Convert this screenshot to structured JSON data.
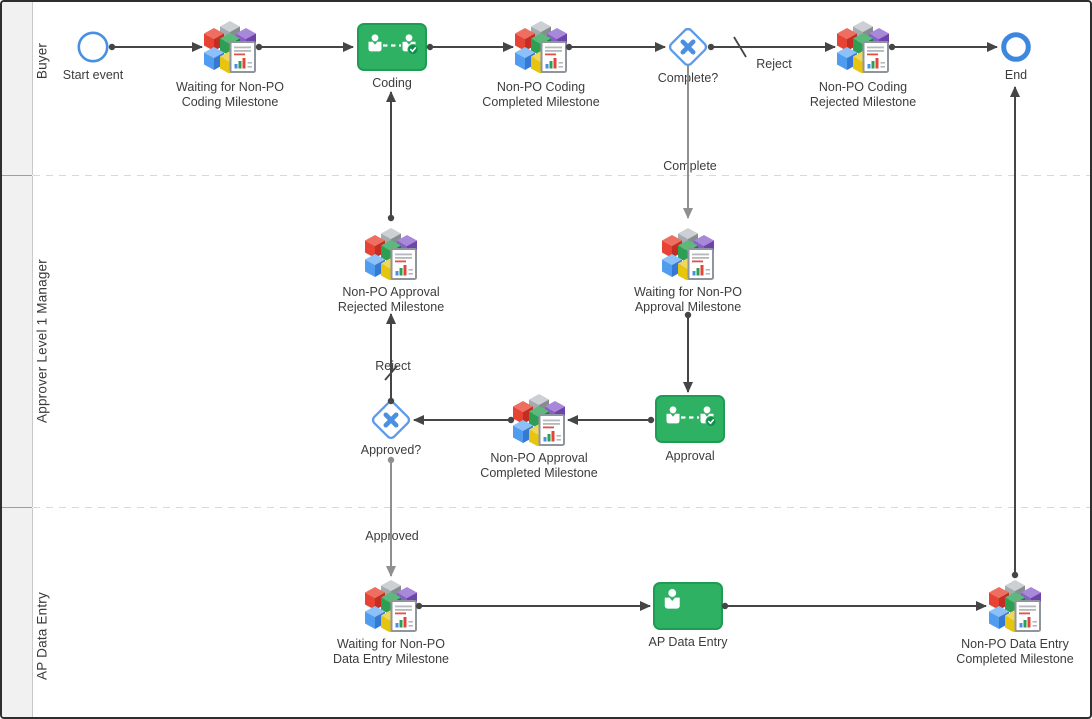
{
  "diagram": {
    "lanes": [
      {
        "label": "Buyer"
      },
      {
        "label": "Approver Level 1 Manager"
      },
      {
        "label": "AP Data Entry"
      }
    ]
  },
  "nodes": {
    "start_event": {
      "type": "start-event",
      "label": "Start event"
    },
    "waiting_coding_milestone": {
      "type": "milestone",
      "lines": [
        "Waiting for Non-PO",
        "Coding Milestone"
      ]
    },
    "coding_task": {
      "type": "user-task",
      "label": "Coding"
    },
    "coding_completed_milestone": {
      "type": "milestone",
      "lines": [
        "Non-PO Coding",
        "Completed Milestone"
      ]
    },
    "complete_gateway": {
      "type": "exclusive-gateway",
      "label": "Complete?"
    },
    "coding_rejected_milestone": {
      "type": "milestone",
      "lines": [
        "Non-PO Coding",
        "Rejected Milestone"
      ]
    },
    "end_event": {
      "type": "end-event",
      "label": "End"
    },
    "approval_rejected_milestone": {
      "type": "milestone",
      "lines": [
        "Non-PO Approval",
        "Rejected Milestone"
      ]
    },
    "waiting_approval_milestone": {
      "type": "milestone",
      "lines": [
        "Waiting for Non-PO",
        "Approval Milestone"
      ]
    },
    "approval_task": {
      "type": "user-task",
      "label": "Approval"
    },
    "approval_completed_milestone": {
      "type": "milestone",
      "lines": [
        "Non-PO Approval",
        "Completed Milestone"
      ]
    },
    "approved_gateway": {
      "type": "exclusive-gateway",
      "label": "Approved?"
    },
    "waiting_data_entry_milestone": {
      "type": "milestone",
      "lines": [
        "Waiting for Non-PO",
        "Data Entry Milestone"
      ]
    },
    "ap_data_entry_task": {
      "type": "user-task",
      "label": "AP Data Entry"
    },
    "data_entry_completed_milestone": {
      "type": "milestone",
      "lines": [
        "Non-PO Data Entry",
        "Completed Milestone"
      ]
    }
  },
  "edge_labels": {
    "reject_coding": "Reject",
    "complete": "Complete",
    "reject_approval": "Reject",
    "approved": "Approved"
  },
  "icons": {
    "milestone": "milestone-cubes-document-icon",
    "user_task_collab": "user-collaboration-check-icon",
    "user_task_single": "user-icon",
    "gateway_x": "exclusive-gateway-x-icon",
    "start": "start-event-circle-icon",
    "end": "end-event-circle-icon",
    "default_flow_marker": "default-flow-slash-marker"
  },
  "colors": {
    "task_fill": "#2fb164",
    "task_border": "#1e9c54",
    "event_blue": "#4a90e2",
    "gateway_stroke": "#5b9bea",
    "connector_dark": "#454545",
    "connector_gray": "#8f8f8f",
    "lane_header_bg": "#f1f1f1",
    "label_text": "#3c3c3c"
  }
}
